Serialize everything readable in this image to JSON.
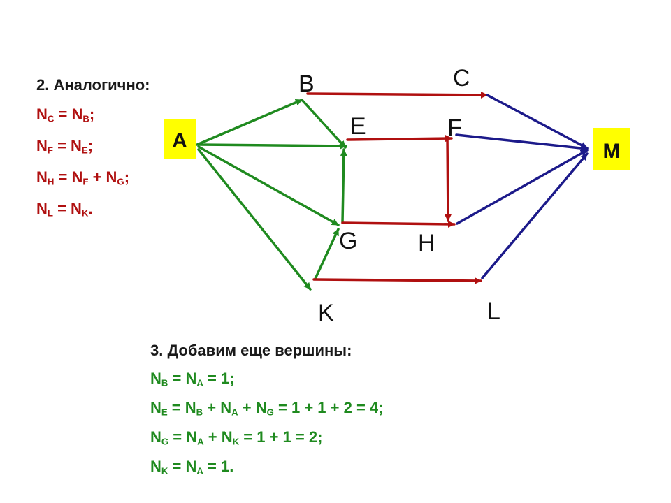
{
  "section2": {
    "heading": "2. Аналогично:",
    "equations": [
      {
        "lhs": "N",
        "lhs_sub": "C",
        "parts": [
          {
            "t": " = N",
            "sub": "B"
          },
          {
            "t": ";",
            "sub": ""
          }
        ]
      },
      {
        "lhs": "N",
        "lhs_sub": "F",
        "parts": [
          {
            "t": " = N",
            "sub": "E"
          },
          {
            "t": ";",
            "sub": ""
          }
        ]
      },
      {
        "lhs": "N",
        "lhs_sub": "H",
        "parts": [
          {
            "t": " = N",
            "sub": "F"
          },
          {
            "t": " + N",
            "sub": "G"
          },
          {
            "t": ";",
            "sub": ""
          }
        ]
      },
      {
        "lhs": "N",
        "lhs_sub": "L",
        "parts": [
          {
            "t": " = N",
            "sub": "K"
          },
          {
            "t": ".",
            "sub": ""
          }
        ]
      }
    ]
  },
  "section3": {
    "heading": "3. Добавим еще вершины:",
    "equations": [
      {
        "lhs": "N",
        "lhs_sub": "B",
        "parts": [
          {
            "t": " = N",
            "sub": "A"
          },
          {
            "t": " = 1;",
            "sub": ""
          }
        ]
      },
      {
        "lhs": "N",
        "lhs_sub": "E",
        "parts": [
          {
            "t": " = N",
            "sub": "B"
          },
          {
            "t": " + N",
            "sub": "A"
          },
          {
            "t": " + N",
            "sub": "G"
          },
          {
            "t": " = 1 + 1 + 2 = 4;",
            "sub": ""
          }
        ]
      },
      {
        "lhs": "N",
        "lhs_sub": "G",
        "parts": [
          {
            "t": " = N",
            "sub": "A"
          },
          {
            "t": " + N",
            "sub": "K"
          },
          {
            "t": " = 1 + 1 = 2;",
            "sub": ""
          }
        ]
      },
      {
        "lhs": "N",
        "lhs_sub": "K",
        "parts": [
          {
            "t": " = N",
            "sub": "A"
          },
          {
            "t": " = 1.",
            "sub": ""
          }
        ]
      }
    ]
  },
  "graph": {
    "colors": {
      "green": "#1f8a1f",
      "red": "#b01010",
      "blue": "#1c1a8a",
      "highlight": "#ffff00",
      "text_red": "#b01010",
      "text_green": "#1f8a1f"
    },
    "nodes": [
      {
        "id": "A",
        "label": "A",
        "boxed": true
      },
      {
        "id": "B",
        "label": "B",
        "boxed": false
      },
      {
        "id": "C",
        "label": "C",
        "boxed": false
      },
      {
        "id": "E",
        "label": "E",
        "boxed": false
      },
      {
        "id": "F",
        "label": "F",
        "boxed": false
      },
      {
        "id": "G",
        "label": "G",
        "boxed": false
      },
      {
        "id": "H",
        "label": "H",
        "boxed": false
      },
      {
        "id": "K",
        "label": "K",
        "boxed": false
      },
      {
        "id": "L",
        "label": "L",
        "boxed": false
      },
      {
        "id": "M",
        "label": "M",
        "boxed": true
      }
    ],
    "edges": [
      {
        "from": "A",
        "to": "B",
        "color": "green"
      },
      {
        "from": "A",
        "to": "E",
        "color": "green"
      },
      {
        "from": "A",
        "to": "G",
        "color": "green"
      },
      {
        "from": "A",
        "to": "K",
        "color": "green"
      },
      {
        "from": "B",
        "to": "E",
        "color": "green"
      },
      {
        "from": "G",
        "to": "E",
        "color": "green"
      },
      {
        "from": "K",
        "to": "G",
        "color": "green"
      },
      {
        "from": "B",
        "to": "C",
        "color": "red"
      },
      {
        "from": "E",
        "to": "F",
        "color": "red"
      },
      {
        "from": "F",
        "to": "H",
        "color": "red"
      },
      {
        "from": "G",
        "to": "H",
        "color": "red"
      },
      {
        "from": "K",
        "to": "L",
        "color": "red"
      },
      {
        "from": "C",
        "to": "M",
        "color": "blue"
      },
      {
        "from": "F",
        "to": "M",
        "color": "blue"
      },
      {
        "from": "H",
        "to": "M",
        "color": "blue"
      },
      {
        "from": "L",
        "to": "M",
        "color": "blue"
      }
    ]
  }
}
